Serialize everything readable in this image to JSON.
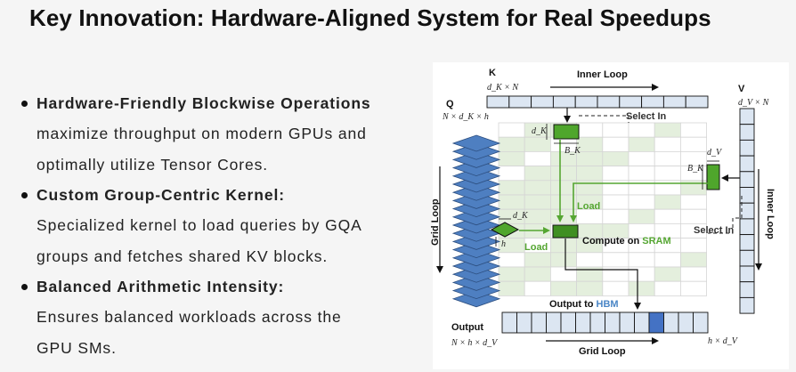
{
  "title": "Key Innovation: Hardware-Aligned System for Real Speedups",
  "bullets": [
    {
      "title": "Hardware-Friendly Blockwise Operations",
      "lines": [
        "maximize throughput on modern GPUs and",
        "optimally utilize Tensor Cores."
      ]
    },
    {
      "title": "Custom Group-Centric Kernel:",
      "lines": [
        "Specialized kernel to load queries by GQA",
        "groups and fetches shared KV blocks."
      ]
    },
    {
      "title": "Balanced Arithmetic Intensity:",
      "lines": [
        "Ensures balanced workloads across the",
        "GPU SMs."
      ]
    }
  ],
  "diagram": {
    "k_label": "K",
    "k_dims": "d_K × N",
    "inner_loop_top": "Inner Loop",
    "q_label": "Q",
    "q_dims": "N × d_K × h",
    "v_label": "V",
    "v_dims": "d_V × N",
    "select_in_top": "Select In",
    "select_in_right": "Select In",
    "dk_label": "d_K",
    "bk_label": "B_K",
    "dv_label": "d_V",
    "bk_label_v": "B_K",
    "load_top": "Load",
    "load_left": "Load",
    "q_dk_label": "d_K",
    "h_label": "h",
    "grid_loop_left": "Grid Loop",
    "inner_loop_right": "Inner Loop",
    "compute_on": "Compute on",
    "sram": "SRAM",
    "output_to": "Output to",
    "hbm": "HBM",
    "output_label": "Output",
    "output_dims": "N × h × d_V",
    "h_dv_label": "h × d_V",
    "grid_loop_bottom": "Grid Loop",
    "colors": {
      "green": "#55a632",
      "block_green": "#4fa62c",
      "light_blue": "#dce6f2",
      "q_blue": "#4e7fc1",
      "hbm_blue": "#4472c4",
      "grid_fill": "#e4efdd"
    }
  }
}
